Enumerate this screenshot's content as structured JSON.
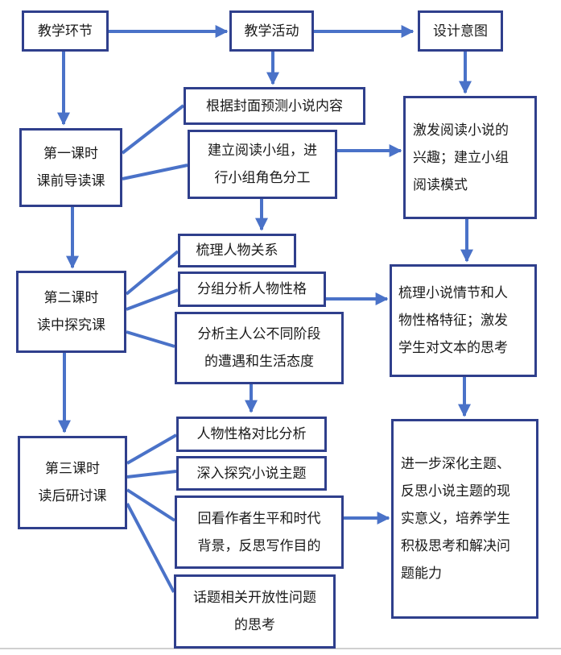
{
  "nodes": {
    "header_stage": "教学环节",
    "header_activity": "教学活动",
    "header_intent": "设计意图",
    "lesson1": [
      "第一课时",
      "课前导读课"
    ],
    "lesson2": [
      "第二课时",
      "读中探究课"
    ],
    "lesson3": [
      "第三课时",
      "读后研讨课"
    ],
    "act_predict": "根据封面预测小说内容",
    "act_group": [
      "建立阅读小组，进",
      "行小组角色分工"
    ],
    "act_relations": "梳理人物关系",
    "act_analyze": "分组分析人物性格",
    "act_protagonist": [
      "分析主人公不同阶段",
      "的遭遇和生活态度"
    ],
    "act_compare": "人物性格对比分析",
    "act_theme": "深入探究小说主题",
    "act_author": [
      "回看作者生平和时代",
      "背景，反思写作目的"
    ],
    "act_open": [
      "话题相关开放性问题",
      "的思考"
    ],
    "intent1": [
      "激发阅读小说的",
      "兴趣；建立小组",
      "阅读模式"
    ],
    "intent2": [
      "梳理小说情节和人",
      "物性格特征；激发",
      "学生对文本的思考"
    ],
    "intent3": [
      "进一步深化主题、",
      "反思小说主题的现",
      "实意义，培养学生",
      "积极思考和解决问",
      "题能力"
    ]
  },
  "colors": {
    "connector": "#4a72c8",
    "border": "#2f3f8c"
  }
}
